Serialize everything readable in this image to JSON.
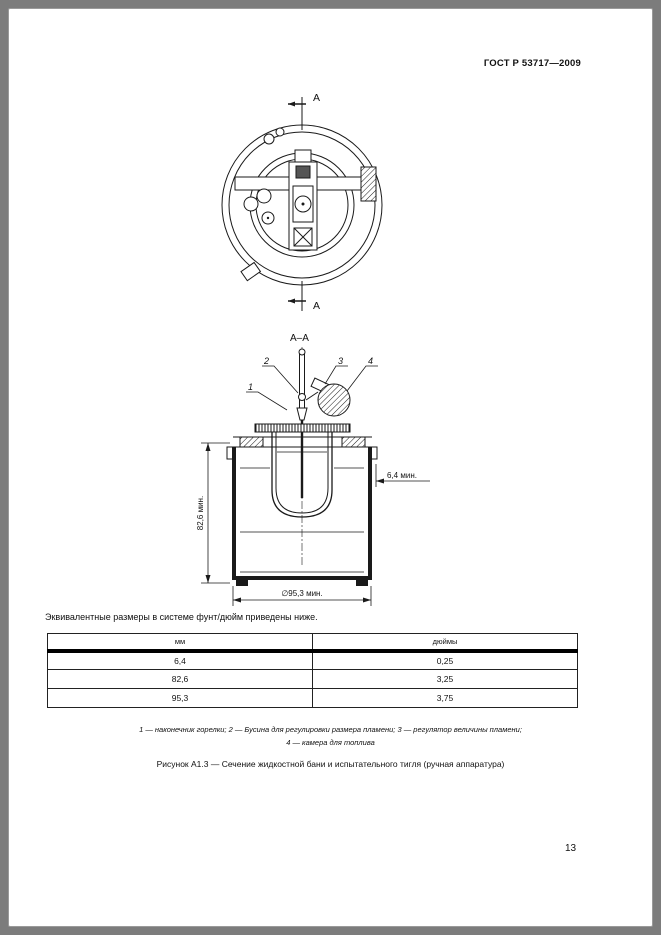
{
  "header": {
    "title": "ГОСТ Р 53717—2009"
  },
  "drawing": {
    "section_letter_top": "А",
    "section_letter_bottom": "А",
    "section_view_label": "А–А",
    "callouts": [
      "1",
      "2",
      "3",
      "4"
    ],
    "dim_height": "82,6 мин.",
    "dim_flange": "6,4 мин.",
    "dim_diameter": "∅95,3 мин."
  },
  "intro_text": "Эквивалентные размеры в системе фунт/дюйм приведены ниже.",
  "table": {
    "headers": [
      "мм",
      "дюймы"
    ],
    "rows": [
      [
        "6,4",
        "0,25"
      ],
      [
        "82,6",
        "3,25"
      ],
      [
        "95,3",
        "3,75"
      ]
    ]
  },
  "footnote": {
    "line1": "1 — наконечник горелки; 2 — Бусина для регулировки размера пламени; 3 — регулятор величины пламени;",
    "line2": "4 — камера для топлива"
  },
  "caption": "Рисунок А1.3 — Сечение жидкостной бани и испытательного тигля (ручная аппаратура)",
  "page_number": "13"
}
